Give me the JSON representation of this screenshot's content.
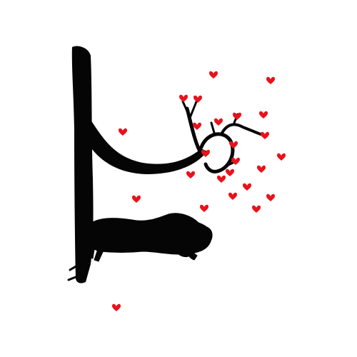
{
  "image": {
    "background_color": "#ffffff",
    "silhouette_color": "#050505",
    "heart_color": "#e8121b",
    "subjects": [
      "tree-silhouette",
      "couple-silhouette",
      "falling-hearts"
    ]
  }
}
